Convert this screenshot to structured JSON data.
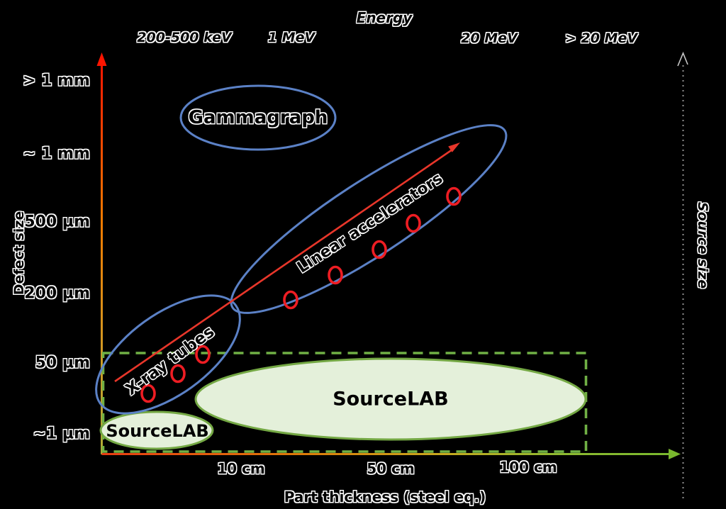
{
  "figure": {
    "title_top_axis": "Energy",
    "top_axis": {
      "ticks": [
        "200-500 keV",
        "1 MeV",
        "20 MeV",
        "> 20 MeV"
      ]
    },
    "left_axis": {
      "title": "Defect size",
      "ticks": [
        "> 1 mm",
        "~ 1 mm",
        "500 µm",
        "200 µm",
        "50 µm",
        "~1 µm"
      ]
    },
    "right_axis": {
      "title": "Source size"
    },
    "bottom_axis": {
      "title": "Part thickness (steel eq.)",
      "ticks": [
        "10 cm",
        "50 cm",
        "100 cm"
      ]
    },
    "regions": {
      "gammagraph": "Gammagraph",
      "linear_accelerators": "Linear accelerators",
      "xray_tubes": "X-ray tubes",
      "sourcelab_small": "SourceLAB",
      "sourcelab_large": "SourceLAB"
    },
    "colors": {
      "background": "#000000",
      "blue_region_stroke": "#5b81c6",
      "green_region_stroke": "#74a844",
      "green_region_fill": "#e4f0da",
      "green_dashed_box": "#70b045",
      "red_accent": "#ee1d23",
      "axis_red": "#ff1500",
      "axis_orange": "#e87f00",
      "axis_green": "#79b82e",
      "dotted_axis_gray": "#8f8f8f"
    }
  }
}
